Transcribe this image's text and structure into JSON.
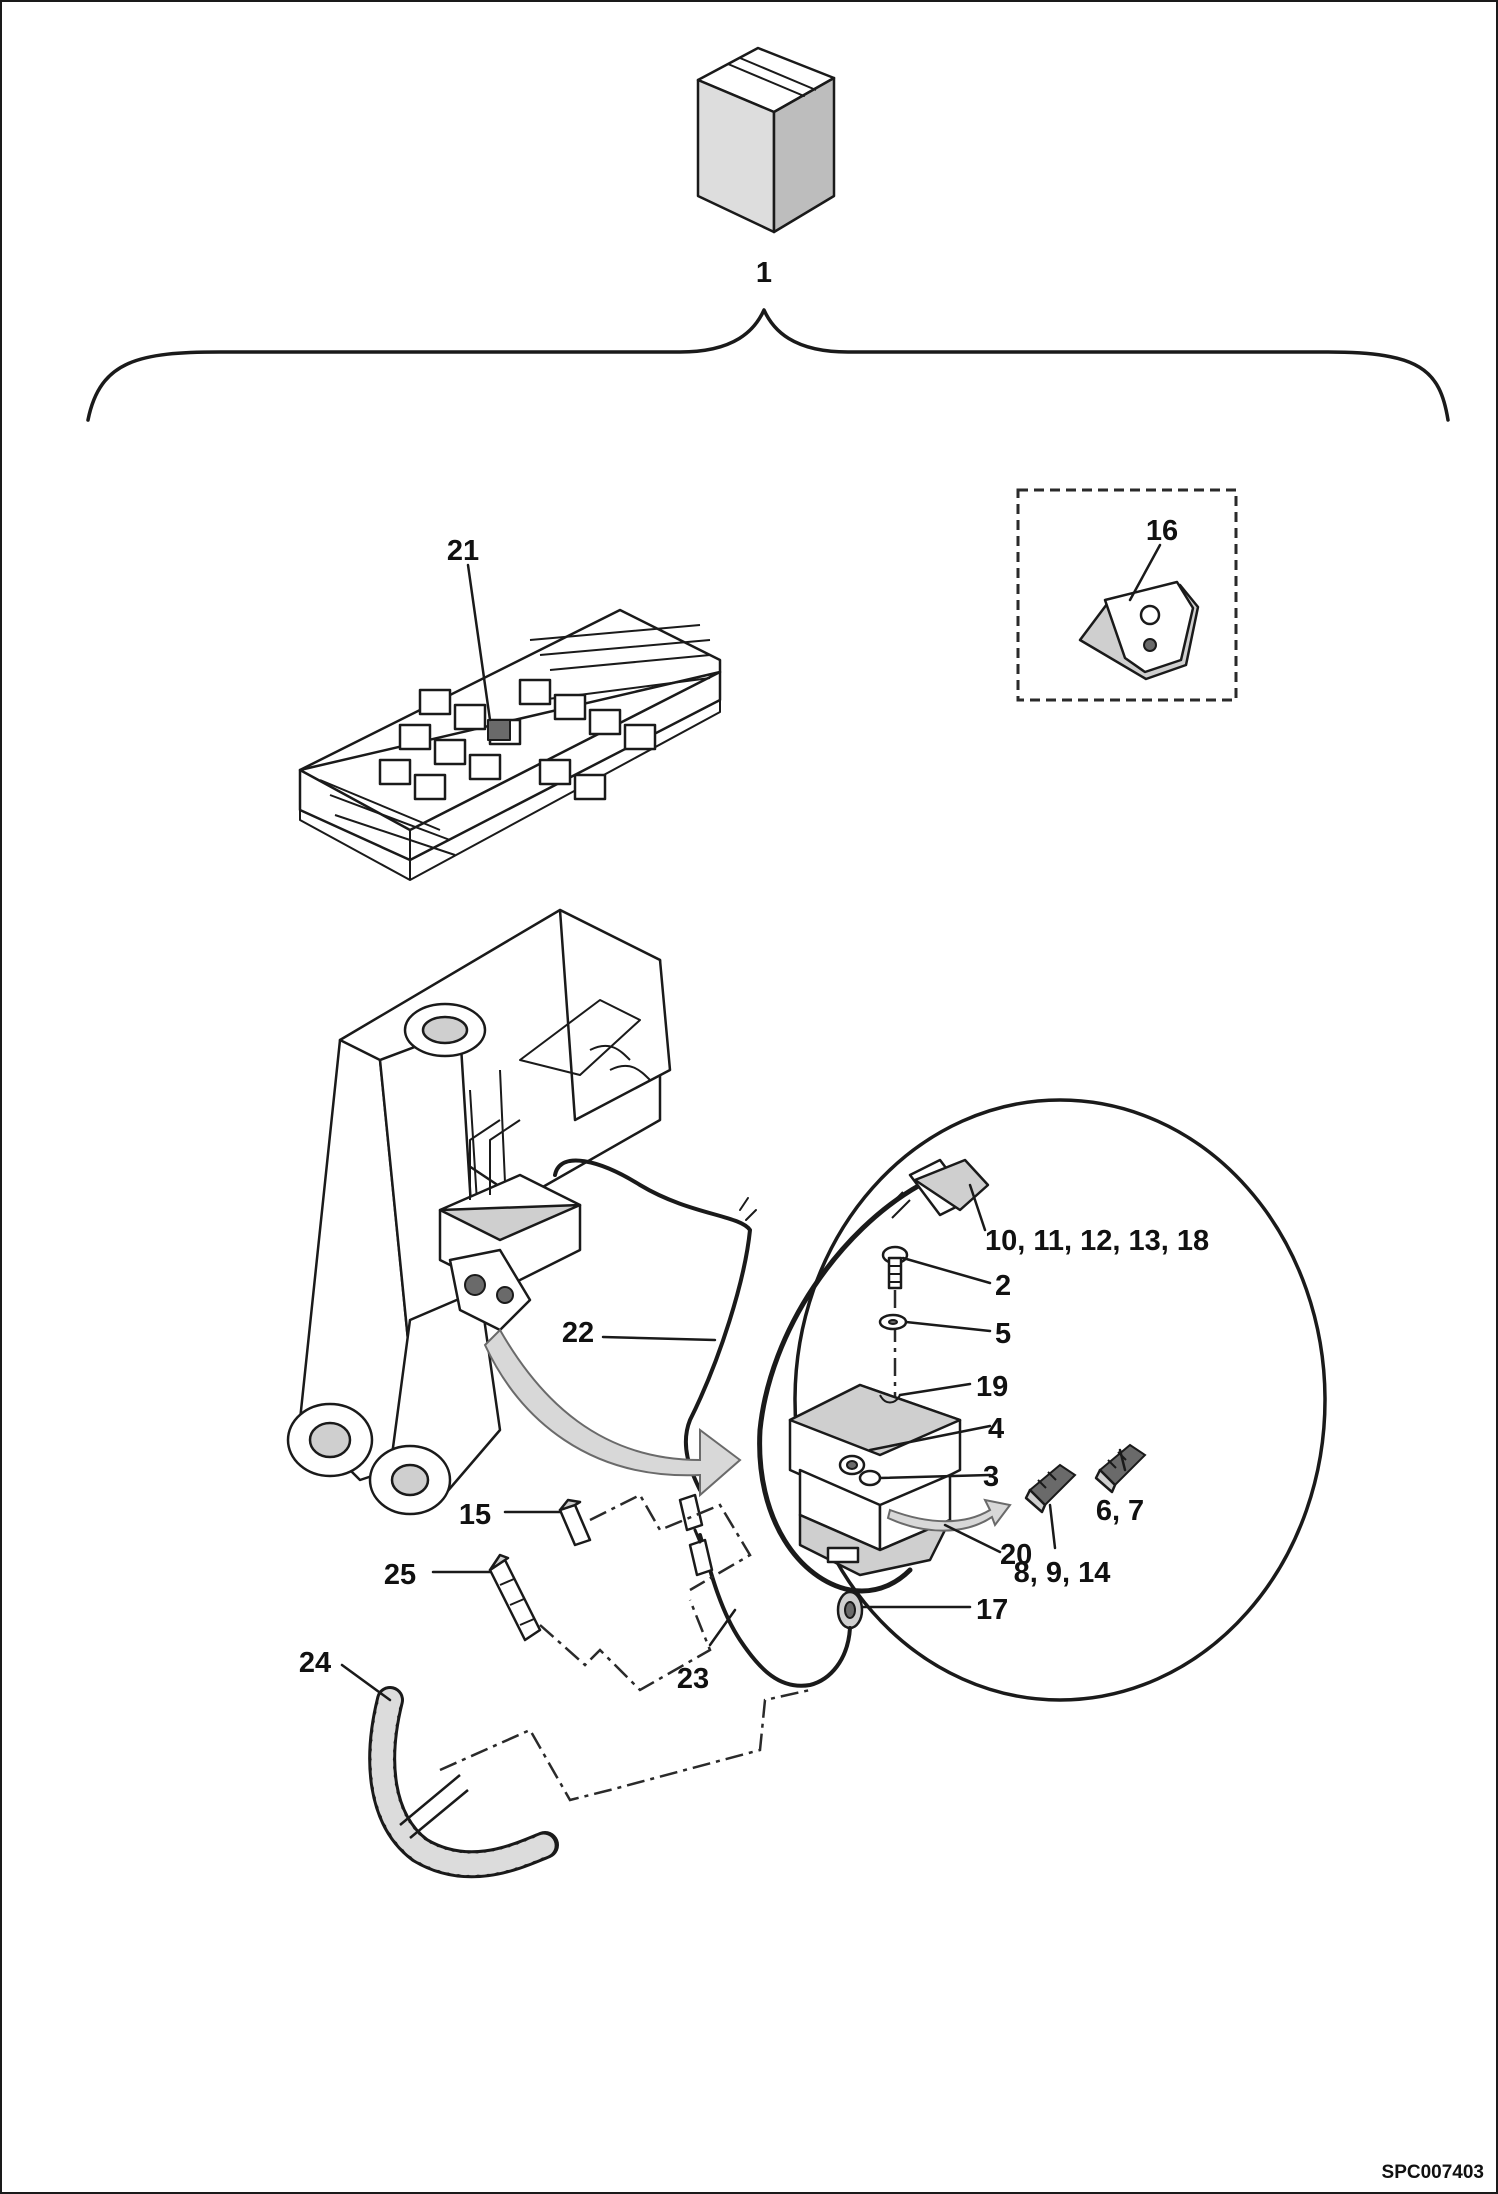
{
  "diagram": {
    "callouts": {
      "c1": "1",
      "c21": "21",
      "c16": "16",
      "c22": "22",
      "c10": "10, 11, 12, 13, 18",
      "c2": "2",
      "c5": "5",
      "c19": "19",
      "c4": "4",
      "c3": "3",
      "c67": "6, 7",
      "c15": "15",
      "c8": "8, 9, 14",
      "c20": "20",
      "c25": "25",
      "c17": "17",
      "c24": "24",
      "c23": "23"
    },
    "drawing_code": "SPC007403"
  },
  "colors": {
    "line": "#1a1a1a",
    "fill_light": "#cfcfcf",
    "fill_dark": "#6a6a6a",
    "background": "#ffffff"
  }
}
